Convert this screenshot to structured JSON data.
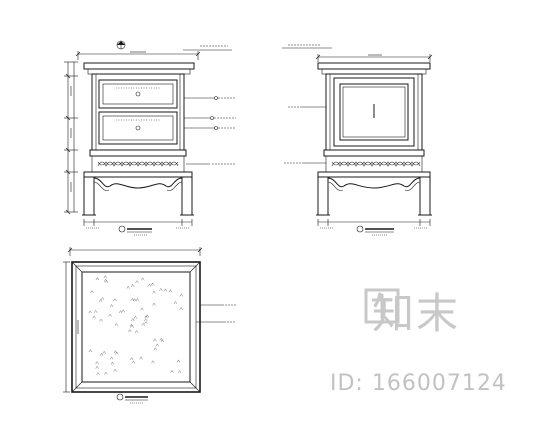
{
  "watermark": {
    "brand": "知末",
    "id_text": "ID: 166007124",
    "color": "#c8c8c8"
  },
  "drawing": {
    "line_color": "#1a1a1a",
    "views": [
      {
        "key": "front_elevation",
        "symbol": "section-marker"
      },
      {
        "key": "side_elevation",
        "symbol": "section-marker"
      },
      {
        "key": "top_plan",
        "symbol": "section-marker"
      }
    ]
  }
}
